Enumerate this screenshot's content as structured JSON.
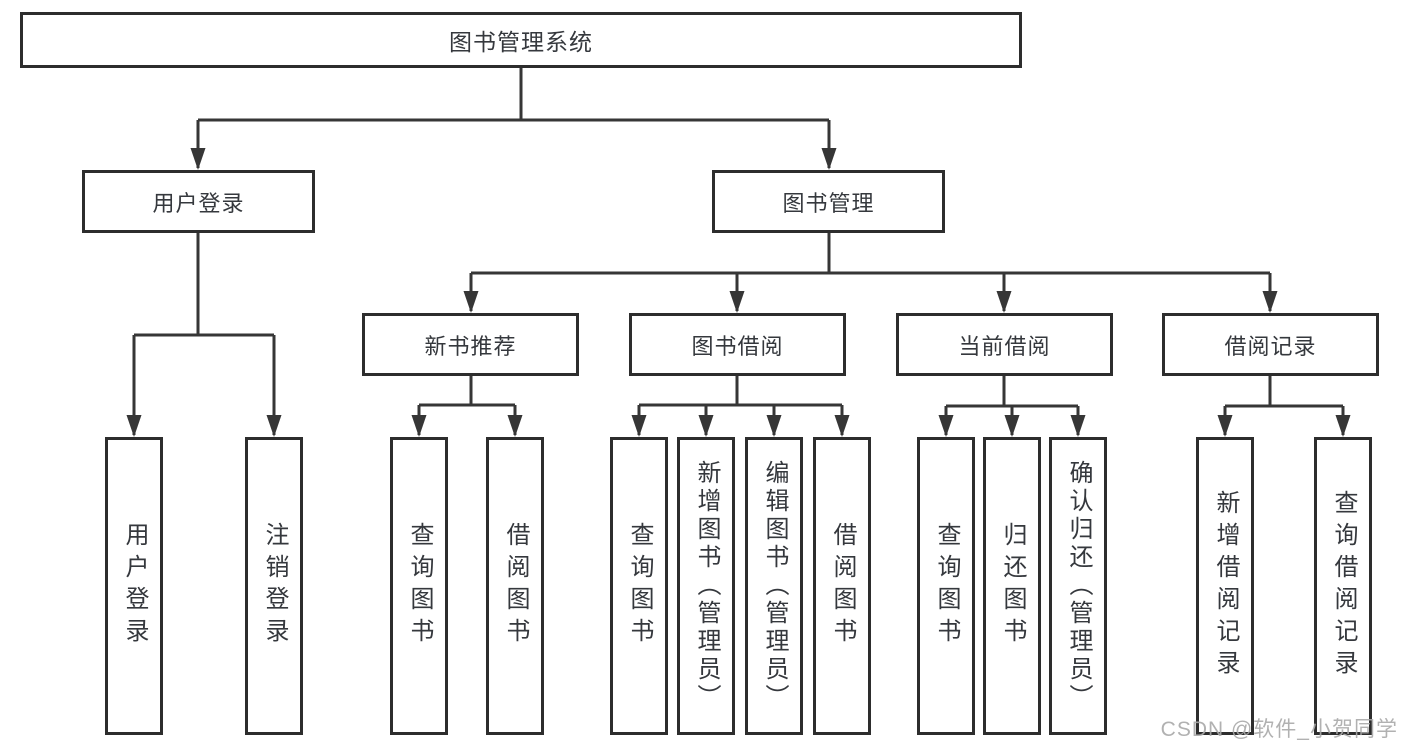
{
  "diagram_title": "图书管理系统",
  "watermark": "CSDN @软件_小贺同学",
  "colors": {
    "line": "#363636",
    "border": "#2d2d2d",
    "text": "#35383d",
    "watermark": "#a9a9a9"
  },
  "level1": {
    "user_login": "用户登录",
    "book_management": "图书管理"
  },
  "level2": {
    "new_book_recommend": "新书推荐",
    "book_borrowing": "图书借阅",
    "current_borrowing": "当前借阅",
    "borrowing_records": "借阅记录"
  },
  "leaves": {
    "user_login": [
      "用户登录",
      "注销登录"
    ],
    "new_book_recommend": [
      "查询图书",
      "借阅图书"
    ],
    "book_borrowing": [
      "查询图书",
      "新增图书（管理员）",
      "编辑图书（管理员）",
      "借阅图书"
    ],
    "current_borrowing": [
      "查询图书",
      "归还图书",
      "确认归还（管理员）"
    ],
    "borrowing_records": [
      "新增借阅记录",
      "查询借阅记录"
    ]
  }
}
